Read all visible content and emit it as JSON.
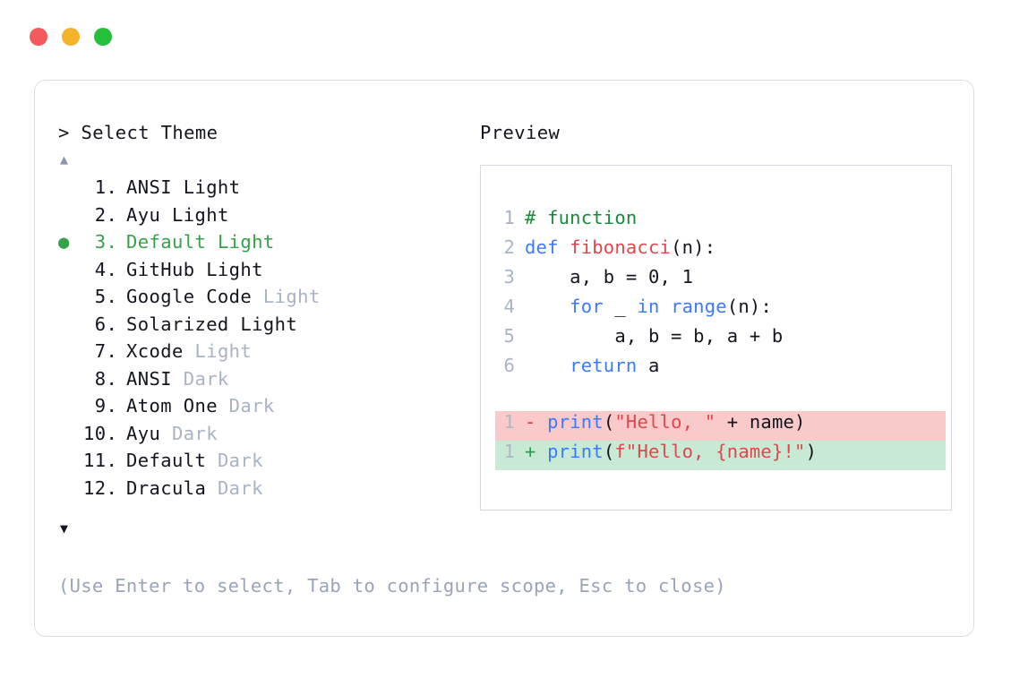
{
  "window": {
    "traffic_lights": [
      {
        "name": "close",
        "color": "#f4595b"
      },
      {
        "name": "minimize",
        "color": "#f5b32b"
      },
      {
        "name": "zoom",
        "color": "#25c03a"
      }
    ]
  },
  "left_panel": {
    "prompt": "> Select Theme",
    "scroll_up_glyph": "▲",
    "scroll_down_glyph": "▼",
    "selected_bullet": "●",
    "selected_index": 3,
    "accent_color": "#34a248",
    "dim_color": "#a9b2c6",
    "items": [
      {
        "index": " 1.",
        "name": "ANSI",
        "variant": " Light",
        "variant_dim": false,
        "selected": false
      },
      {
        "index": " 2.",
        "name": "Ayu",
        "variant": " Light",
        "variant_dim": false,
        "selected": false
      },
      {
        "index": " 3.",
        "name": "Default",
        "variant": " Light",
        "variant_dim": false,
        "selected": true
      },
      {
        "index": " 4.",
        "name": "GitHub",
        "variant": " Light",
        "variant_dim": false,
        "selected": false
      },
      {
        "index": " 5.",
        "name": "Google Code",
        "variant": " Light",
        "variant_dim": true,
        "selected": false
      },
      {
        "index": " 6.",
        "name": "Solarized",
        "variant": " Light",
        "variant_dim": false,
        "selected": false
      },
      {
        "index": " 7.",
        "name": "Xcode",
        "variant": " Light",
        "variant_dim": true,
        "selected": false
      },
      {
        "index": " 8.",
        "name": "ANSI",
        "variant": " Dark",
        "variant_dim": true,
        "selected": false
      },
      {
        "index": " 9.",
        "name": "Atom One",
        "variant": " Dark",
        "variant_dim": true,
        "selected": false
      },
      {
        "index": "10.",
        "name": "Ayu",
        "variant": " Dark",
        "variant_dim": true,
        "selected": false
      },
      {
        "index": "11.",
        "name": "Default",
        "variant": " Dark",
        "variant_dim": true,
        "selected": false
      },
      {
        "index": "12.",
        "name": "Dracula",
        "variant": " Dark",
        "variant_dim": true,
        "selected": false
      }
    ],
    "hint": "(Use Enter to select, Tab to configure scope, Esc to close)"
  },
  "right_panel": {
    "label": "Preview",
    "code_lines": [
      {
        "gutter": "1",
        "tokens": [
          {
            "text": "# function",
            "type": "comment"
          }
        ]
      },
      {
        "gutter": "2",
        "tokens": [
          {
            "text": "def ",
            "type": "keyword"
          },
          {
            "text": "fibonacci",
            "type": "func"
          },
          {
            "text": "(n):",
            "type": "plain"
          }
        ]
      },
      {
        "gutter": "3",
        "tokens": [
          {
            "text": "    a, b = 0, 1",
            "type": "plain"
          }
        ]
      },
      {
        "gutter": "4",
        "tokens": [
          {
            "text": "    ",
            "type": "plain"
          },
          {
            "text": "for",
            "type": "keyword"
          },
          {
            "text": " _ ",
            "type": "plain"
          },
          {
            "text": "in ",
            "type": "keyword"
          },
          {
            "text": "range",
            "type": "builtin"
          },
          {
            "text": "(n):",
            "type": "plain"
          }
        ]
      },
      {
        "gutter": "5",
        "tokens": [
          {
            "text": "        a, b = b, a + b",
            "type": "plain"
          }
        ]
      },
      {
        "gutter": "6",
        "tokens": [
          {
            "text": "    ",
            "type": "plain"
          },
          {
            "text": "return",
            "type": "keyword"
          },
          {
            "text": " a",
            "type": "plain"
          }
        ]
      }
    ],
    "diff_lines": [
      {
        "gutter": "1",
        "kind": "del",
        "sign": "- ",
        "tokens": [
          {
            "text": "print",
            "type": "builtin"
          },
          {
            "text": "(",
            "type": "plain"
          },
          {
            "text": "\"Hello, \"",
            "type": "string"
          },
          {
            "text": " + name)",
            "type": "plain"
          }
        ]
      },
      {
        "gutter": "1",
        "kind": "add",
        "sign": "+ ",
        "tokens": [
          {
            "text": "print",
            "type": "builtin"
          },
          {
            "text": "(",
            "type": "plain"
          },
          {
            "text": "f\"Hello, {name}!\"",
            "type": "string"
          },
          {
            "text": ")",
            "type": "plain"
          }
        ]
      }
    ]
  }
}
